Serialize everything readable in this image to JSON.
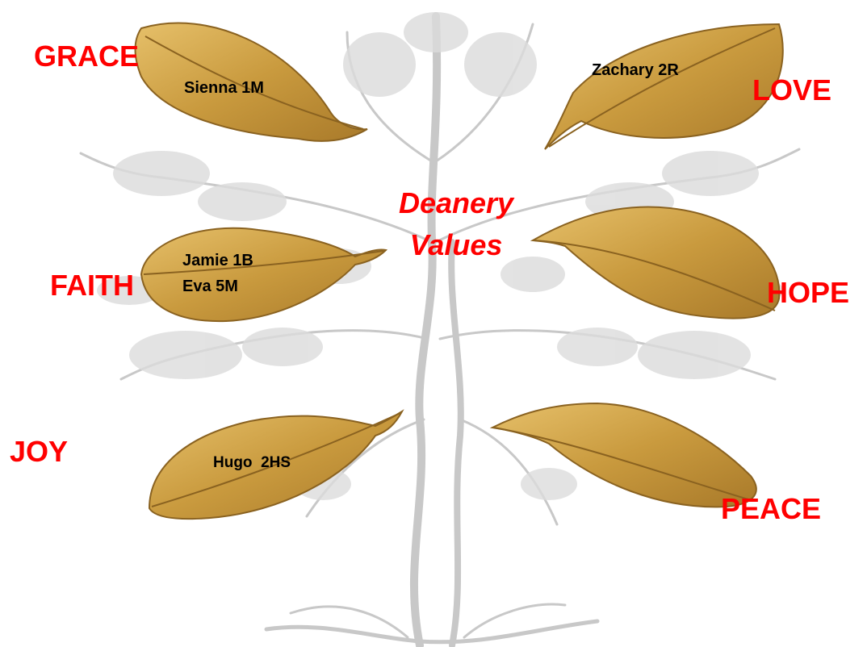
{
  "colors": {
    "value_text": "#ff0000",
    "name_text": "#000000",
    "leaf": "#c99a3e"
  },
  "title": {
    "line1": "Deanery",
    "line2": "Values"
  },
  "values": {
    "grace": "GRACE",
    "love": "LOVE",
    "faith": "FAITH",
    "hope": "HOPE",
    "joy": "JOY",
    "peace": "PEACE"
  },
  "names": {
    "grace": "Sienna 1M",
    "love": "Zachary 2R",
    "faith_1": "Jamie 1B",
    "faith_2": "Eva 5M",
    "joy": "Hugo  2HS"
  }
}
